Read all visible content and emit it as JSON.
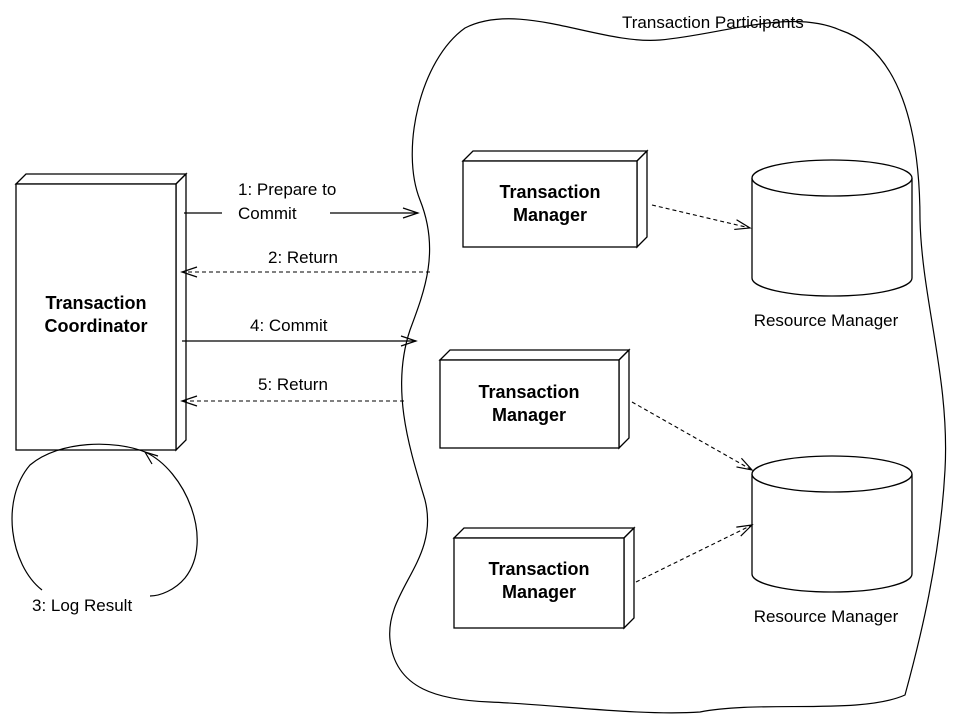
{
  "participants_label": "Transaction Participants",
  "coordinator": {
    "line1": "Transaction",
    "line2": "Coordinator"
  },
  "managers": [
    {
      "line1": "Transaction",
      "line2": "Manager"
    },
    {
      "line1": "Transaction",
      "line2": "Manager"
    },
    {
      "line1": "Transaction",
      "line2": "Manager"
    }
  ],
  "resources": [
    {
      "label": "Resource Manager"
    },
    {
      "label": "Resource Manager"
    }
  ],
  "messages": {
    "prepare_line1": "1: Prepare to",
    "prepare_line2": "Commit",
    "return1": "2: Return",
    "log_result": "3: Log Result",
    "commit": "4: Commit",
    "return2": "5: Return"
  }
}
